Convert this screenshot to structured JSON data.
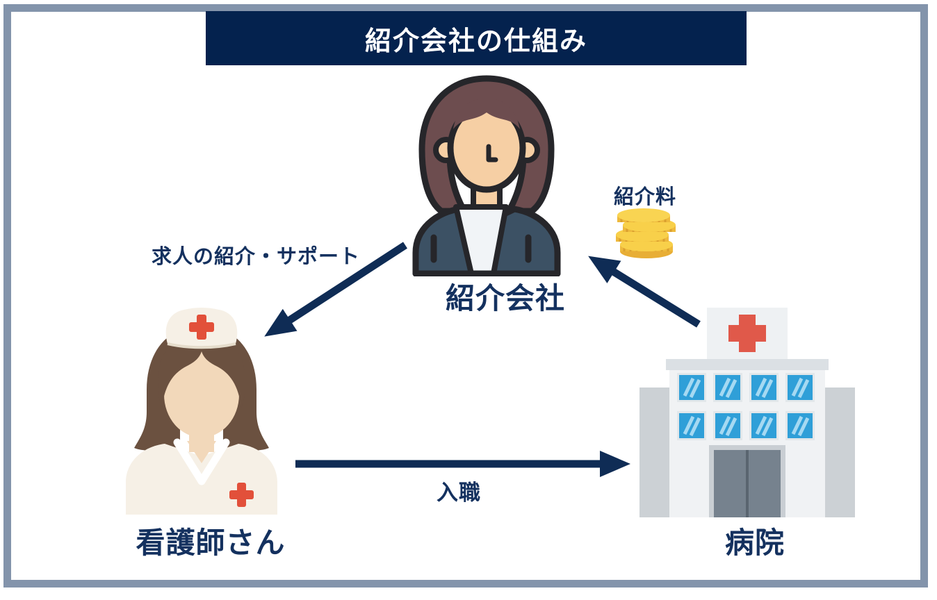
{
  "title": "紹介会社の仕組み",
  "nodes": {
    "agency": {
      "label": "紹介会社"
    },
    "nurse": {
      "label": "看護師さん"
    },
    "hospital": {
      "label": "病院"
    }
  },
  "edges": {
    "agency_to_nurse": {
      "label": "求人の紹介・サポート",
      "from": "紹介会社",
      "to": "看護師さん"
    },
    "nurse_to_hospital": {
      "label": "入職",
      "from": "看護師さん",
      "to": "病院"
    },
    "hospital_to_agency": {
      "label": "紹介料",
      "from": "病院",
      "to": "紹介会社"
    }
  },
  "colors": {
    "frame_border": "#8394ab",
    "title_bg": "#04224e",
    "title_text": "#ffffff",
    "label_text": "#14315f",
    "arrow": "#0f2c55",
    "coin_face": "#f8d04a",
    "coin_side": "#eeb93c",
    "cross_red": "#e0503a",
    "window_blue": "#2f9fd8"
  }
}
